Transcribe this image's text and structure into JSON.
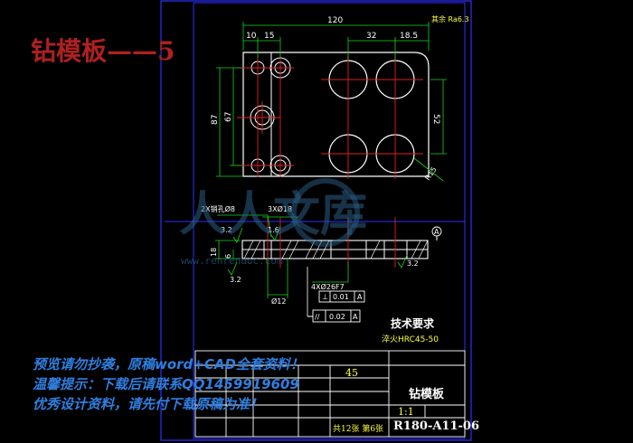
{
  "title": "钻模板——5",
  "top_view": {
    "dim_overall_width": "120",
    "dim_left_a": "10",
    "dim_left_b": "15",
    "dim_right_a": "32",
    "dim_right_b": "18.5",
    "dim_height_total": "87",
    "dim_height_inner": "67",
    "dim_right_height": "52",
    "dim_radius": "R15",
    "roughness_other": "其余 Ra6.3"
  },
  "section_view": {
    "label_holes_small": "2X销孔Ø8",
    "label_holes_mid": "3XØ18",
    "dim_thickness": "18",
    "dim_step": "6",
    "dim_bore": "Ø12",
    "label_fit": "4XØ26F7",
    "tol_perp_symbol": "⊥",
    "tol_perp_value": "0.01",
    "tol_perp_datum": "A",
    "tol_par_symbol": "//",
    "tol_par_value": "0.02",
    "tol_par_datum": "A",
    "datum_label": "A",
    "roughness_a": "3.2",
    "roughness_b": "3.2",
    "roughness_c": "1.6",
    "roughness_d": "3.2"
  },
  "tech_requirements": {
    "heading": "技术要求",
    "line1": "淬火HRC45-50"
  },
  "title_block": {
    "material": "45",
    "part_name": "钻模板",
    "code": "R180-A11-06",
    "scale": "1:1",
    "sheet_info": "共12张 第6张"
  },
  "watermark": {
    "text": "人人文库",
    "url": "www.renrendoc.com"
  },
  "promo": {
    "line1": "预览请勿抄袭，原稿word+CAD全套资料！",
    "line2": "温馨提示：下载后请联系QQ1459919609",
    "line3": "优秀设计资料，请先付下载原稿为准！"
  },
  "colors": {
    "outline": "#ffffff",
    "dimension": "#19d419",
    "centerline": "#e02020",
    "frame": "#3030ff",
    "title": "#b02020",
    "promo": "#2f7fe0",
    "titleblock": "#ffff40"
  }
}
